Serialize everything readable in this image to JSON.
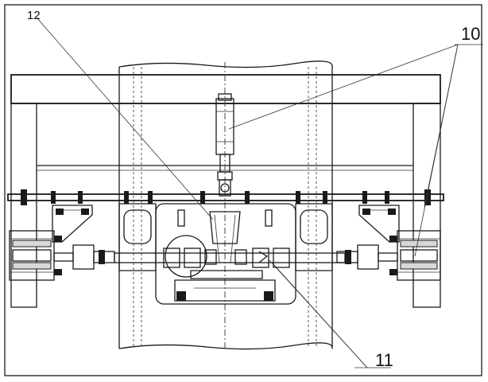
{
  "labels": {
    "ref_12": "12",
    "ref_10": "10",
    "ref_11": "11"
  },
  "colors": {
    "line": "#1a1a1a",
    "background": "#ffffff"
  }
}
